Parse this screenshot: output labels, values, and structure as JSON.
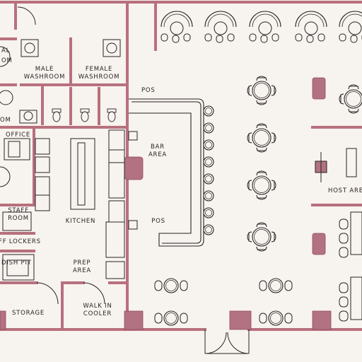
{
  "colors": {
    "paper": "#f7f3ee",
    "wall": "#b8707e",
    "wall_dark": "#8f4b5c",
    "accent_fill": "#b27282",
    "line": "#2a2326"
  },
  "rooms": {
    "washroom_partial_top": "AL",
    "washroom_partial_bottom": "OM",
    "male_washroom_1": "MALE",
    "male_washroom_2": "WASHROOM",
    "female_washroom_1": "FEMALE",
    "female_washroom_2": "WASHROOM",
    "pos_top": "POS",
    "room_partial": "OM",
    "office": "OFFICE",
    "bar_area_1": "BAR",
    "bar_area_2": "AREA",
    "staff_room_1": "STAFF",
    "staff_room_2": "ROOM",
    "kitchen": "KITCHEN",
    "pos_bar": "POS",
    "staff_lockers": "FF LOCKERS",
    "dish_pit": "DISH PIT",
    "prep_area_1": "PREP",
    "prep_area_2": "AREA",
    "storage": "STORAGE",
    "walk_in_1": "WALK IN",
    "walk_in_2": "COOLER",
    "host_area": "HOST AREA"
  }
}
